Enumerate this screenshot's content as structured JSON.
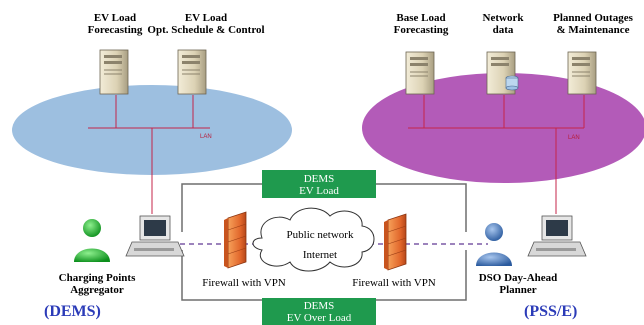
{
  "servers": {
    "ev_forecasting": "EV Load\nForecasting",
    "ev_schedule": "EV Load\nOpt. Schedule & Control",
    "base_forecasting": "Base Load\nForecasting",
    "network_data": "Network\ndata",
    "planned_outages": "Planned Outages\n& Maintenance"
  },
  "lan_left": "LAN",
  "lan_right": "LAN",
  "dems_ev_load": "DEMS\nEV Load",
  "dems_ev_over_load": "DEMS\nEV Over Load",
  "public_network": "Public network",
  "internet": "Internet",
  "firewall_left": "Firewall with VPN",
  "firewall_right": "Firewall with VPN",
  "aggregator": "Charging Points\nAggregator",
  "planner": "DSO Day-Ahead\nPlanner",
  "left_system": "(DEMS)",
  "right_system": "(PSS/E)",
  "colors": {
    "left_lan": "#9dbfe0",
    "right_lan": "#b35bb8",
    "link_box": "#1f9a4e",
    "system_tag": "#2b3bb8",
    "lan_line": "#c4264a"
  }
}
